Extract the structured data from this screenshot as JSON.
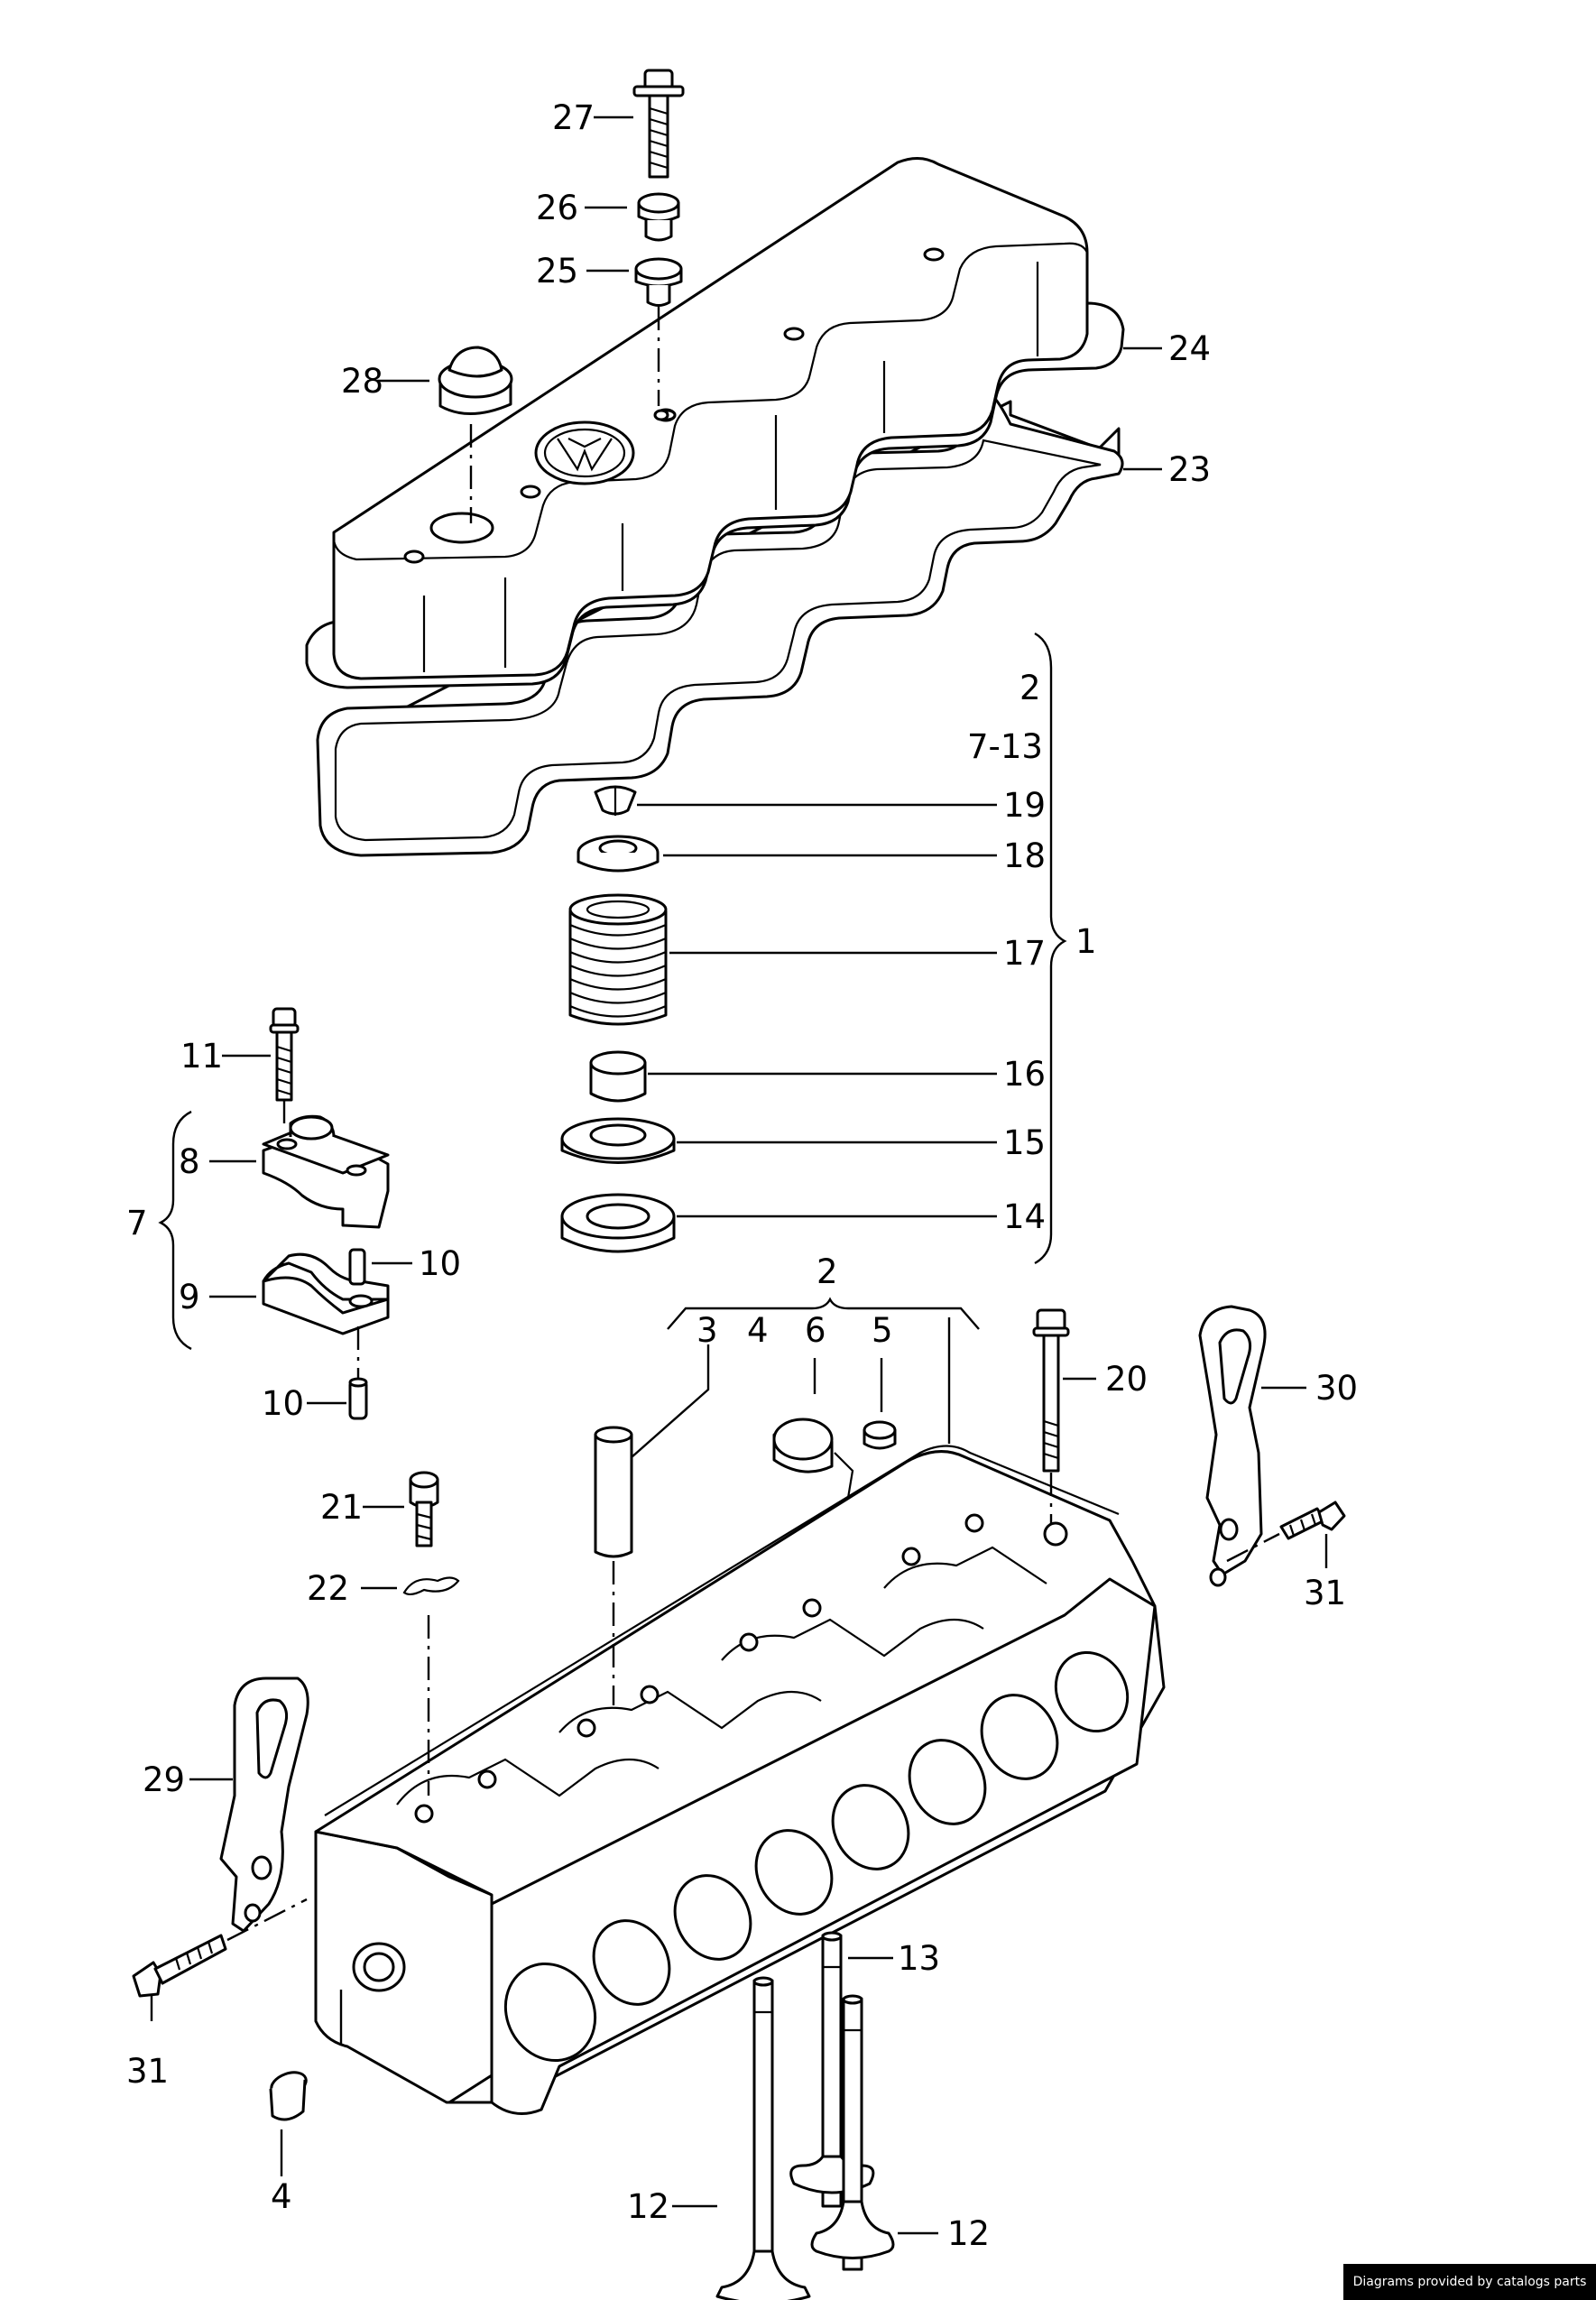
{
  "callouts": {
    "c1": "1",
    "c2a": "2",
    "c7_13": "7-13",
    "c2b": "2",
    "c3": "3",
    "c4a": "4",
    "c4b": "4",
    "c5": "5",
    "c6": "6",
    "c7": "7",
    "c8": "8",
    "c9": "9",
    "c10a": "10",
    "c10b": "10",
    "c11": "11",
    "c12a": "12",
    "c12b": "12",
    "c13": "13",
    "c14": "14",
    "c15": "15",
    "c16": "16",
    "c17": "17",
    "c18": "18",
    "c19": "19",
    "c20": "20",
    "c21": "21",
    "c22": "22",
    "c23": "23",
    "c24": "24",
    "c25": "25",
    "c26": "26",
    "c27": "27",
    "c28": "28",
    "c29": "29",
    "c30": "30",
    "c31a": "31",
    "c31b": "31"
  },
  "footer": {
    "credit": "Diagrams provided by catalogs parts"
  }
}
